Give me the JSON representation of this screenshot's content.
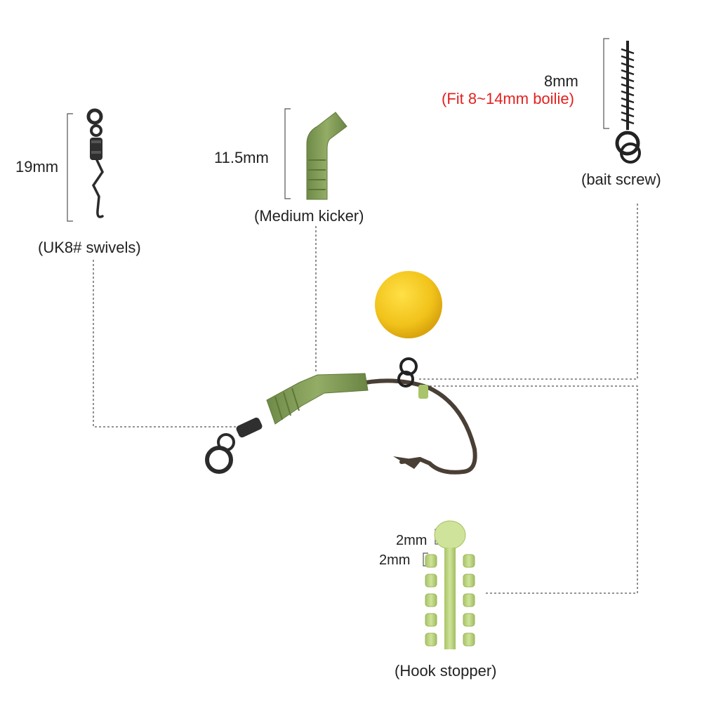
{
  "swivel": {
    "name": "(UK8# swivels)",
    "size": "19mm"
  },
  "kicker": {
    "name": "(Medium kicker)",
    "size": "11.5mm"
  },
  "bait_screw": {
    "name": "(bait screw)",
    "size": "8mm",
    "note": "(Fit 8~14mm boilie)"
  },
  "hook_stopper": {
    "name": "(Hook stopper)",
    "size_top": "2mm",
    "size_second": "2mm"
  },
  "colors": {
    "label_text": "#222222",
    "note_text": "#e3211f",
    "rubber_green": "#7f9a55",
    "stopper_green": "#b8d27a",
    "boilie_yellow": "#f1c21a",
    "metal_dark": "#2b2b2b",
    "hook_bronze": "#4a3f35"
  }
}
